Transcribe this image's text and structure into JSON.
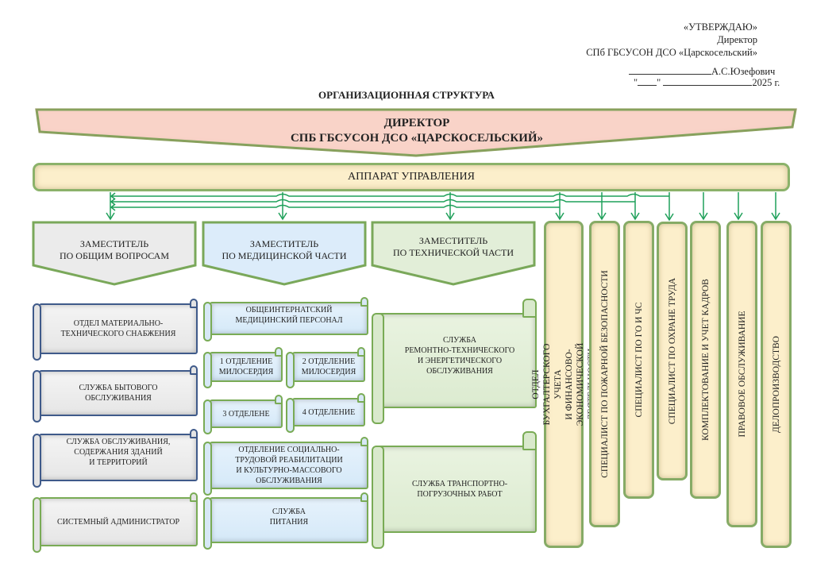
{
  "approval": {
    "line1": "«УТВЕРЖДАЮ»",
    "line2": "Директор",
    "line3": "СПб ГБСУСОН ДСО «Царскосельский»",
    "signer": "А.С.Юзефович",
    "date_quote_open": "\"",
    "date_quote_close": "\"",
    "year": "2025 г."
  },
  "title": "ОРГАНИЗАЦИОННАЯ СТРУКТУРА",
  "director": {
    "line1": "ДИРЕКТОР",
    "line2": "СПБ ГБСУСОН ДСО «ЦАРСКОСЕЛЬСКИЙ»"
  },
  "apparat": "АППАРАТ УПРАВЛЕНИЯ",
  "deputies": [
    {
      "line1": "ЗАМЕСТИТЕЛЬ",
      "line2": "ПО ОБЩИМ ВОПРОСАМ"
    },
    {
      "line1": "ЗАМЕСТИТЕЛЬ",
      "line2": "ПО МЕДИЦИНСКОЙ ЧАСТИ"
    },
    {
      "line1": "ЗАМЕСТИТЕЛЬ",
      "line2": "ПО ТЕХНИЧЕСКОЙ ЧАСТИ"
    }
  ],
  "general_units": [
    "ОТДЕЛ МАТЕРИАЛЬНО-\nТЕХНИЧЕСКОГО СНАБЖЕНИЯ",
    "СЛУЖБА БЫТОВОГО\nОБСЛУЖИВАНИЯ",
    "СЛУЖБА ОБСЛУЖИВАНИЯ,\nСОДЕРЖАНИЯ ЗДАНИЙ\nИ ТЕРРИТОРИЙ",
    "СИСТЕМНЫЙ АДМИНИСТРАТОР"
  ],
  "medical_units": [
    "ОБЩЕИНТЕРНАТСКИЙ\nМЕДИЦИНСКИЙ ПЕРСОНАЛ",
    "1 ОТДЕЛЕНИЕ\nМИЛОСЕРДИЯ",
    "2 ОТДЕЛЕНИЕ\nМИЛОСЕРДИЯ",
    "3 ОТДЕЛЕНЕ",
    "4 ОТДЕЛЕНИЕ",
    "ОТДЕЛЕНИЕ СОЦИАЛЬНО-\nТРУДОВОЙ РЕАБИЛИТАЦИИ\nИ КУЛЬТУРНО-МАССОВОГО\nОБСЛУЖИВАНИЯ",
    "СЛУЖБА\nПИТАНИЯ"
  ],
  "technical_units": [
    "СЛУЖБА\nРЕМОНТНО-ТЕХНИЧЕСКОГО\nИ ЭНЕРГЕТИЧЕСКОГО\nОБСЛУЖИВАНИЯ",
    "СЛУЖБА ТРАНСПОРТНО-\nПОГРУЗОЧНЫХ РАБОТ"
  ],
  "vertical_units": [
    "ОТДЕЛ БУХГАЛТЕРСКОГО УЧЕТА\nИ ФИНАНСОВО-ЭКОНОМИЧЕСКОЙ ДЕЯТЕЛЬНОСТИ",
    "СПЕЦИАЛИСТ ПО ПОЖАРНОЙ БЕЗОПАСНОСТИ",
    "СПЕЦИАЛИСТ ПО ГО И ЧС",
    "СПЕЦИАЛИСТ ПО ОХРАНЕ ТРУДА",
    "КОМПЛЕКТОВАНИЕ И УЧЕТ КАДРОВ",
    "ПРАВОВОЕ ОБСЛУЖИВАНИЕ",
    "ДЕЛОПРОИЗВОДСТВО"
  ],
  "colors": {
    "connector": "#1fa05a",
    "frame_green": "#7aa85a",
    "frame_blue": "#3f5a8a",
    "director_fill": "#f9d3c8",
    "apparat_fill": "#fcefcb",
    "general_fill": "#ececec",
    "medical_fill": "#dcecfa",
    "technical_fill": "#e2eed8"
  }
}
